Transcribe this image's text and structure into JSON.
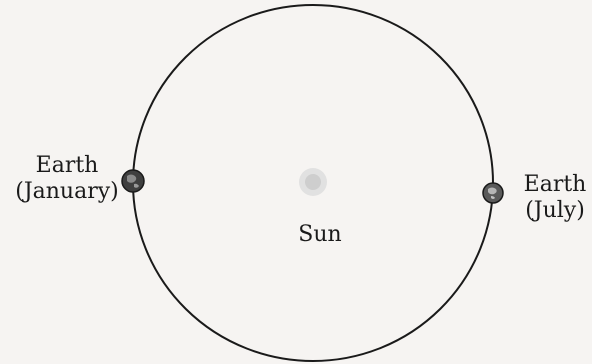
{
  "labels": {
    "earth_january": {
      "line1": "Earth",
      "line2": "(January)"
    },
    "earth_july": {
      "line1": "Earth",
      "line2": "(July)"
    },
    "sun": "Sun"
  },
  "colors": {
    "background": "#f6f4f2",
    "orbit": "#1a1a1a",
    "earth_fill": "#4a4a4a",
    "sun_glow": "#cfcfcf"
  }
}
